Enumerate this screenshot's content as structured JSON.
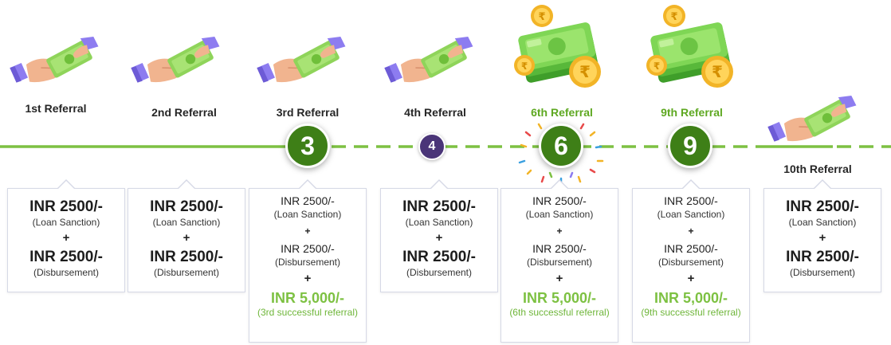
{
  "referrals": [
    {
      "label": "1st Referral"
    },
    {
      "label": "2nd Referral"
    },
    {
      "label": "3rd Referral"
    },
    {
      "label": "4th Referral"
    },
    {
      "label": "6th Referral"
    },
    {
      "label": "9th Referral"
    },
    {
      "label": "10th Referral"
    }
  ],
  "badges": {
    "b3": "3",
    "b4": "4",
    "b6": "6",
    "b9": "9"
  },
  "cards": [
    {
      "amount1": "INR 2500/-",
      "sub1": "(Loan Sanction)",
      "plus1": "+",
      "amount2": "INR 2500/-",
      "sub2": "(Disbursement)"
    },
    {
      "amount1": "INR 2500/-",
      "sub1": "(Loan Sanction)",
      "plus1": "+",
      "amount2": "INR 2500/-",
      "sub2": "(Disbursement)"
    },
    {
      "amount1": "INR 2500/-",
      "sub1": "(Loan Sanction)",
      "plus1": "+",
      "amount2": "INR 2500/-",
      "sub2": "(Disbursement)",
      "plus2": "+",
      "bonus": "INR 5,000/-",
      "bonus_sub": "(3rd successful referral)"
    },
    {
      "amount1": "INR 2500/-",
      "sub1": "(Loan Sanction)",
      "plus1": "+",
      "amount2": "INR 2500/-",
      "sub2": "(Disbursement)"
    },
    {
      "amount1": "INR 2500/-",
      "sub1": "(Loan Sanction)",
      "plus1": "+",
      "amount2": "INR 2500/-",
      "sub2": "(Disbursement)",
      "plus2": "+",
      "bonus": "INR 5,000/-",
      "bonus_sub": "(6th successful referral)"
    },
    {
      "amount1": "INR 2500/-",
      "sub1": "(Loan Sanction)",
      "plus1": "+",
      "amount2": "INR 2500/-",
      "sub2": "(Disbursement)",
      "plus2": "+",
      "bonus": "INR 5,000/-",
      "bonus_sub": "(9th successful referral)"
    },
    {
      "amount1": "INR 2500/-",
      "sub1": "(Loan Sanction)",
      "plus1": "+",
      "amount2": "INR 2500/-",
      "sub2": "(Disbursement)"
    }
  ],
  "colors": {
    "line_green": "#7dc142",
    "badge_green": "#3e7f17",
    "badge_purple": "#4a3578",
    "highlight_green": "#5ea821"
  },
  "icons": {
    "hand_money": "hand-giving-money-icon",
    "cash_stack": "cash-stack-with-coins-icon"
  }
}
